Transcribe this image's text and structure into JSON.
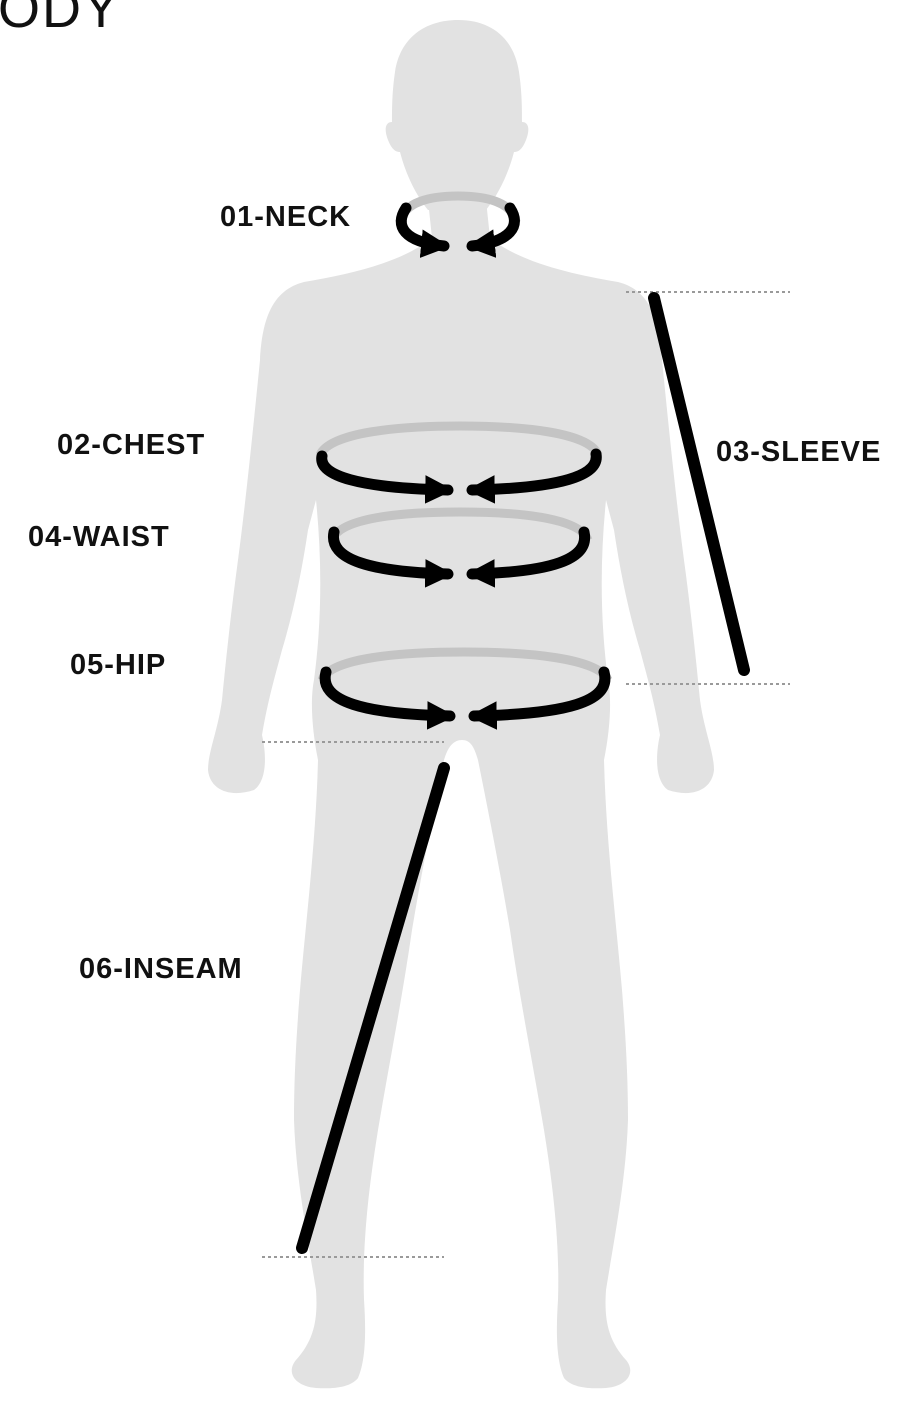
{
  "header": {
    "title": "BODY"
  },
  "measurements": [
    {
      "id": "neck",
      "label": "01-NECK",
      "kind": "circumference"
    },
    {
      "id": "chest",
      "label": "02-CHEST",
      "kind": "circumference"
    },
    {
      "id": "sleeve",
      "label": "03-SLEEVE",
      "kind": "length"
    },
    {
      "id": "waist",
      "label": "04-WAIST",
      "kind": "circumference"
    },
    {
      "id": "hip",
      "label": "05-HIP",
      "kind": "circumference"
    },
    {
      "id": "inseam",
      "label": "06-INSEAM",
      "kind": "length"
    }
  ],
  "colors": {
    "silhouette": "#e2e2e2",
    "ring_back": "#c4c4c4",
    "ring_front": "#000000",
    "text": "#111111",
    "guide": "#9a9a9a"
  }
}
